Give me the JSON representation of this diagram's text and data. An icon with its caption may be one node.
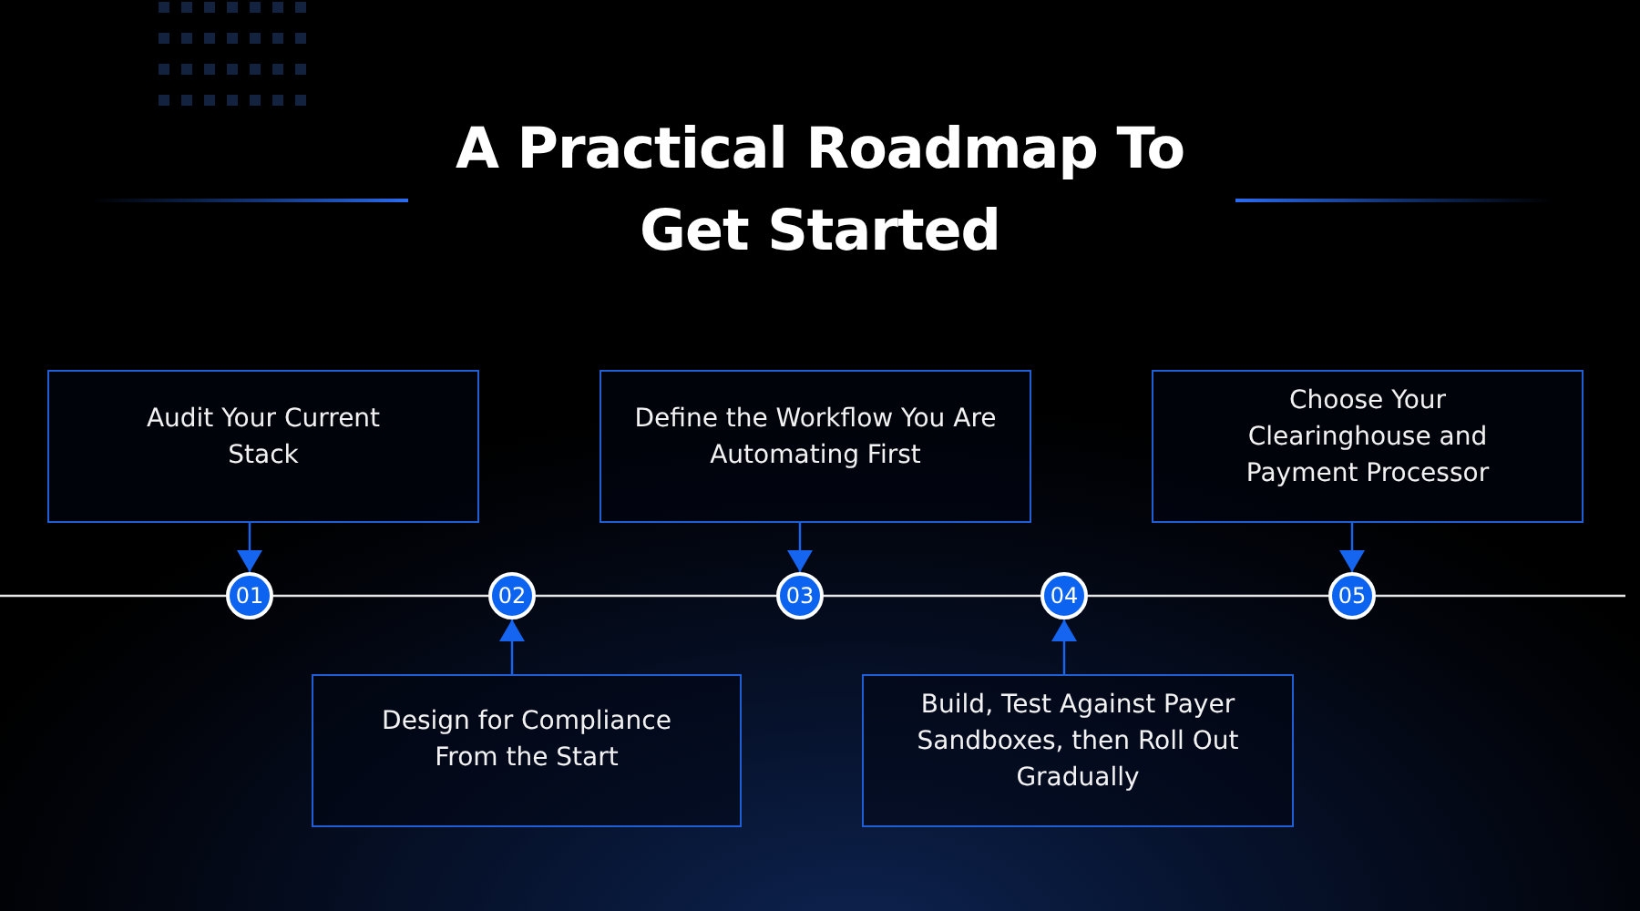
{
  "diagram": {
    "title": "A Practical Roadmap To Get Started",
    "nodes": [
      {
        "text": [
          "Audit Your Current Stack"
        ]
      },
      {
        "text": [
          "Design for Compliance From the Start"
        ]
      },
      {
        "text": [
          "Define the Workflow You Are Automating First"
        ]
      },
      {
        "text": [
          "Build, Test Against Payer Sandboxes, then Roll Out Gradually"
        ]
      },
      {
        "text": [
          "Choose Your Clearinghouse and Payment Processor"
        ]
      },
      {
        "text": [
          "01"
        ]
      },
      {
        "text": [
          "02"
        ]
      },
      {
        "text": [
          "03"
        ]
      },
      {
        "text": [
          "04"
        ]
      },
      {
        "text": [
          "05"
        ]
      }
    ],
    "edges": [
      {
        "from": 0,
        "to": 5,
        "arrow": "to"
      },
      {
        "from": 1,
        "to": 6,
        "arrow": "to"
      },
      {
        "from": 2,
        "to": 7,
        "arrow": "to"
      },
      {
        "from": 3,
        "to": 8,
        "arrow": "to"
      },
      {
        "from": 4,
        "to": 9,
        "arrow": "to"
      },
      {
        "from": 5,
        "to": 6,
        "arrow": "none",
        "color": "#e8e8e8"
      },
      {
        "from": 6,
        "to": 7,
        "arrow": "none",
        "color": "#e8e8e8"
      },
      {
        "from": 7,
        "to": 8,
        "arrow": "none",
        "color": "#e8e8e8"
      },
      {
        "from": 8,
        "to": 9,
        "arrow": "none",
        "color": "#e8e8e8"
      }
    ]
  }
}
